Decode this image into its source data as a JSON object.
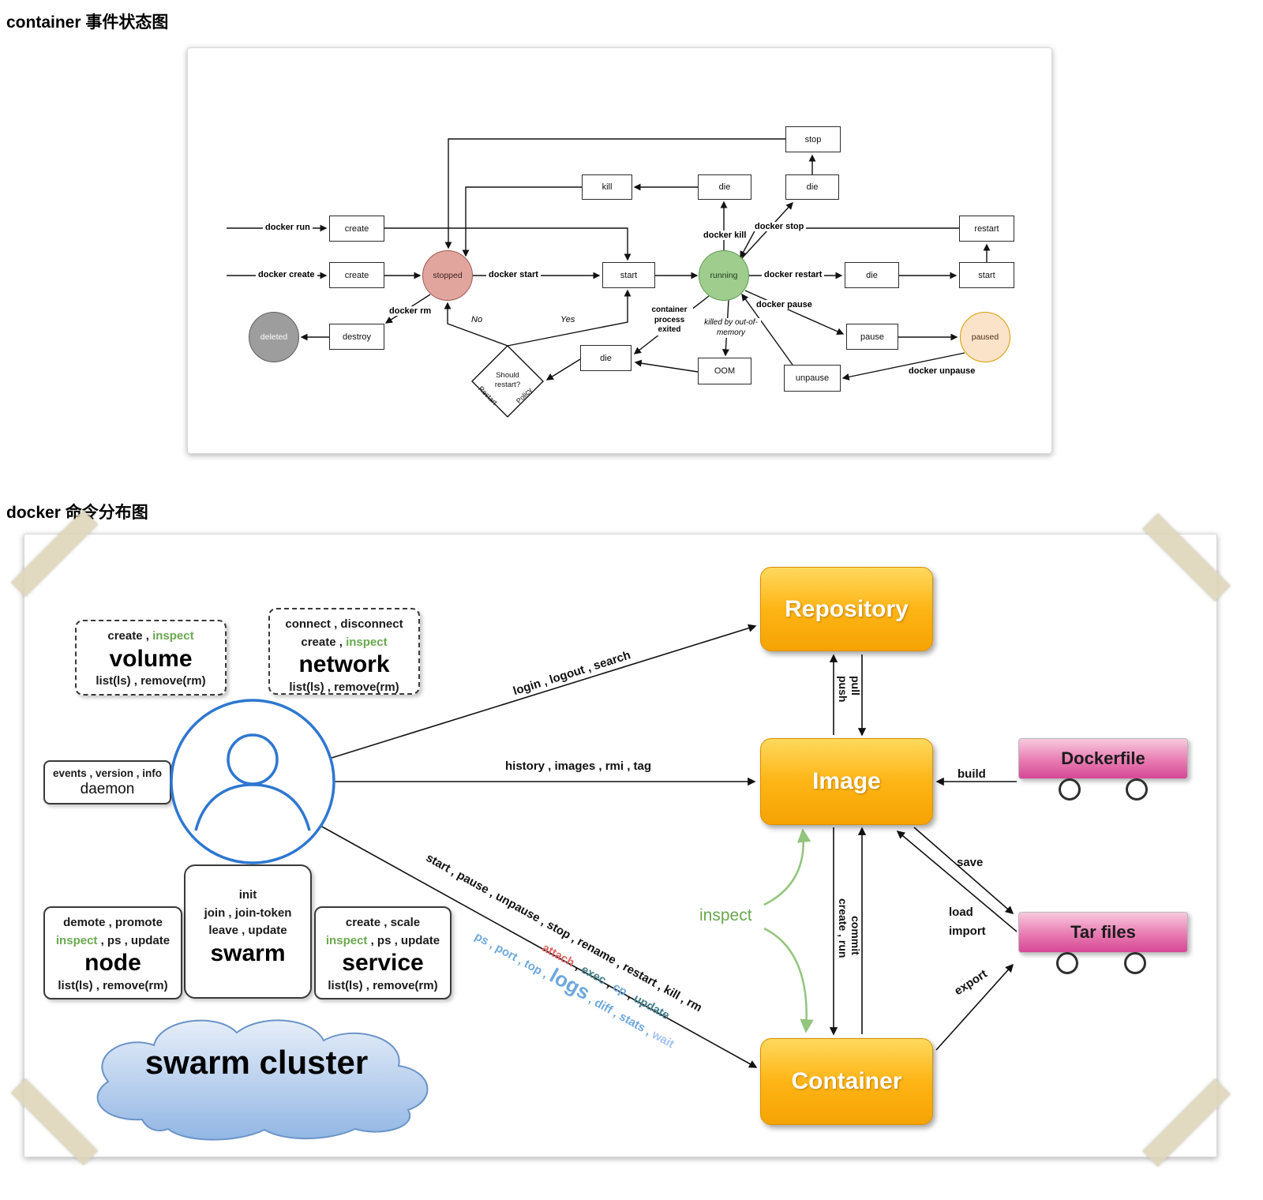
{
  "palette": {
    "green": "#6aa84f",
    "muted-gray": "#b7b7b7",
    "cmd-blue": "#6fa8dc",
    "cmd-red": "#e06666",
    "cmd-teal": "#45818e",
    "cmd-lightblue": "#a4c2f4",
    "arrow-green": "#93c47d",
    "person-blue": "#2e77d0",
    "node-orange-top": "#ffd95e",
    "node-orange-bottom": "#f5a303",
    "node-pink-top": "#f8c9de",
    "node-pink-bottom": "#d64795"
  },
  "titles": {
    "state_diagram": "container 事件状态图",
    "command_diagram": "docker 命令分布图"
  },
  "state_diagram": {
    "circles": [
      {
        "label": "stopped"
      },
      {
        "label": "running"
      },
      {
        "label": "deleted"
      },
      {
        "label": "paused"
      }
    ],
    "boxes": [
      {
        "label": "stop"
      },
      {
        "label": "kill"
      },
      {
        "label": "die"
      },
      {
        "label": "die"
      },
      {
        "label": "create"
      },
      {
        "label": "restart"
      },
      {
        "label": "create"
      },
      {
        "label": "start"
      },
      {
        "label": "die"
      },
      {
        "label": "start"
      },
      {
        "label": "destroy"
      },
      {
        "label": "pause"
      },
      {
        "label": "die"
      },
      {
        "label": "OOM"
      },
      {
        "label": "unpause"
      }
    ],
    "diamond_label": "Should restart?",
    "labels": {
      "docker_run": "docker run",
      "docker_create": "docker create",
      "docker_start": "docker start",
      "docker_kill": "docker kill",
      "docker_stop": "docker stop",
      "docker_restart": "docker restart",
      "docker_pause": "docker pause",
      "docker_unpause": "docker unpause",
      "docker_rm": "docker rm",
      "no": "No",
      "yes": "Yes",
      "process_exited": "container process exited",
      "oom_killed": "killed by out-of-memory",
      "restart_word": "Restart",
      "policy_word": "Policy"
    }
  },
  "command_diagram": {
    "volume": {
      "commands": "create , ",
      "inspect": "inspect",
      "name": "volume",
      "footer": "list(ls) , remove(rm)"
    },
    "network": {
      "row1": "connect , disconnect",
      "commands": "create , ",
      "inspect": "inspect",
      "name": "network",
      "footer": "list(ls) , remove(rm)"
    },
    "daemon": {
      "row1": "events , version , info",
      "name": "daemon"
    },
    "node": {
      "row1": "demote , promote",
      "inspect": "inspect",
      "row2rest": " , ps , update",
      "name": "node",
      "footer": "list(ls) , remove(rm)"
    },
    "swarm": {
      "row1": "init",
      "row2": "join , join-token",
      "row3": "leave , update",
      "name": "swarm"
    },
    "service": {
      "row1": "create , scale",
      "inspect": "inspect",
      "row2rest": " , ps , update",
      "name": "service",
      "footer": "list(ls) , remove(rm)"
    },
    "cloud_label": "swarm cluster",
    "nodes": {
      "repository": "Repository",
      "image": "Image",
      "container": "Container",
      "dockerfile": "Dockerfile",
      "tar_files": "Tar files"
    },
    "edges": {
      "login": "login , logout , search",
      "history": "history , images , rmi , tag",
      "lifecycle": "start , pause , unpause , stop , rename , restart , kill , rm",
      "ps_group_a": "ps , port , top , ",
      "logs": "logs",
      "ps_group_b": " , diff , stats , ",
      "wait": "wait",
      "attach": "attach",
      "exec": "exec",
      "cp": "cp",
      "update": "update",
      "sep": " , ",
      "push": "push",
      "pull": "pull",
      "create_run": "create , run",
      "commit": "commit",
      "build": "build",
      "save": "save",
      "load": "load",
      "import": "import",
      "export": "export",
      "inspect": "inspect"
    }
  }
}
